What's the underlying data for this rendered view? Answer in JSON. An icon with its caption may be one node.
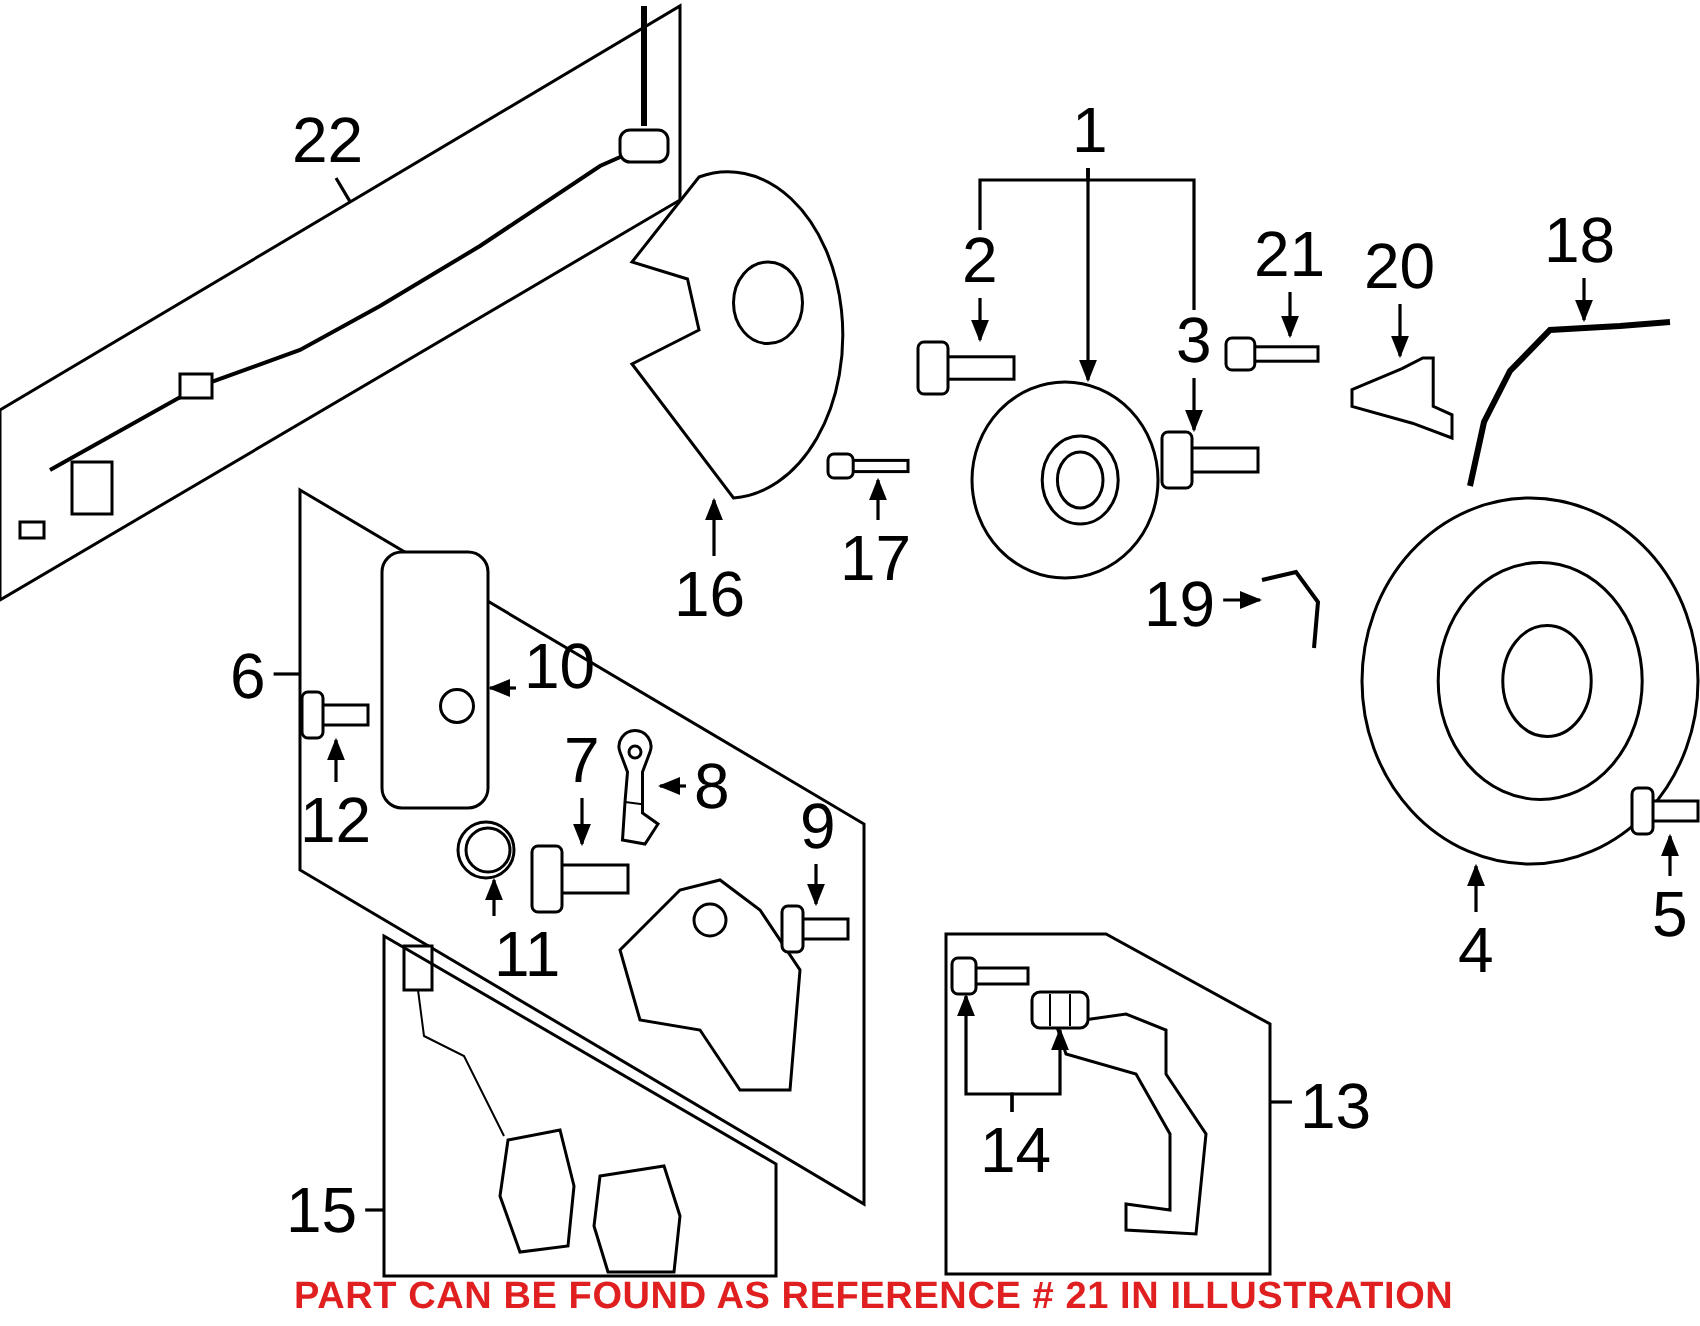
{
  "diagram": {
    "caption": "PART CAN BE FOUND AS REFERENCE # 21 IN ILLUSTRATION",
    "nodes": [
      {
        "text": [
          "1"
        ]
      },
      {
        "text": [
          "2"
        ]
      },
      {
        "text": [
          "3"
        ]
      },
      {
        "text": [],
        "shape": "picture"
      },
      {
        "text": [],
        "shape": "picture"
      },
      {
        "text": [],
        "shape": "picture"
      },
      {
        "text": [
          "21"
        ]
      },
      {
        "text": [],
        "shape": "picture"
      },
      {
        "text": [
          "20"
        ]
      },
      {
        "text": [],
        "shape": "picture"
      },
      {
        "text": [
          "18"
        ]
      },
      {
        "text": [],
        "shape": "picture"
      },
      {
        "text": [
          "22"
        ]
      },
      {
        "text": [],
        "shape": "box"
      },
      {
        "text": [],
        "shape": "picture"
      },
      {
        "text": [
          "16"
        ]
      },
      {
        "text": [],
        "shape": "picture"
      },
      {
        "text": [
          "17"
        ]
      },
      {
        "text": [
          "19"
        ]
      },
      {
        "text": [],
        "shape": "picture"
      },
      {
        "text": [],
        "shape": "picture"
      },
      {
        "text": [
          "4"
        ]
      },
      {
        "text": [],
        "shape": "picture"
      },
      {
        "text": [
          "5"
        ]
      },
      {
        "text": [
          "6"
        ]
      },
      {
        "text": [],
        "shape": "box"
      },
      {
        "text": [
          "10"
        ],
        "in": 25
      },
      {
        "text": [],
        "shape": "picture",
        "in": 25
      },
      {
        "text": [
          "12"
        ],
        "in": 25
      },
      {
        "text": [],
        "shape": "picture",
        "in": 25
      },
      {
        "text": [
          "7"
        ],
        "in": 25
      },
      {
        "text": [],
        "shape": "picture",
        "in": 25
      },
      {
        "text": [
          "8"
        ],
        "in": 25
      },
      {
        "text": [],
        "shape": "picture",
        "in": 25
      },
      {
        "text": [
          "9"
        ],
        "in": 25
      },
      {
        "text": [],
        "shape": "picture",
        "in": 25
      },
      {
        "text": [
          "11"
        ],
        "in": 25
      },
      {
        "text": [],
        "shape": "picture",
        "in": 25
      },
      {
        "text": [],
        "shape": "box"
      },
      {
        "text": [
          "13"
        ]
      },
      {
        "text": [
          "14"
        ],
        "in": 38
      },
      {
        "text": [],
        "shape": "picture",
        "in": 38
      },
      {
        "text": [],
        "shape": "picture",
        "in": 38
      },
      {
        "text": [
          "15"
        ]
      },
      {
        "text": [],
        "shape": "box"
      }
    ],
    "edges": [
      {
        "from": 0,
        "to": 3,
        "arrow": "to"
      },
      {
        "from": 0,
        "to": 1,
        "arrow": "none"
      },
      {
        "from": 0,
        "to": 2,
        "arrow": "none"
      },
      {
        "from": 1,
        "to": 4,
        "arrow": "to"
      },
      {
        "from": 2,
        "to": 5,
        "arrow": "to"
      },
      {
        "from": 6,
        "to": 7,
        "arrow": "to"
      },
      {
        "from": 8,
        "to": 9,
        "arrow": "to"
      },
      {
        "from": 10,
        "to": 11,
        "arrow": "to"
      },
      {
        "from": 12,
        "to": 13,
        "arrow": "none"
      },
      {
        "from": 15,
        "to": 14,
        "arrow": "to"
      },
      {
        "from": 17,
        "to": 16,
        "arrow": "to"
      },
      {
        "from": 18,
        "to": 19,
        "arrow": "to"
      },
      {
        "from": 21,
        "to": 20,
        "arrow": "to"
      },
      {
        "from": 23,
        "to": 22,
        "arrow": "to"
      },
      {
        "from": 24,
        "to": 25,
        "arrow": "none"
      },
      {
        "from": 26,
        "to": 27,
        "arrow": "to"
      },
      {
        "from": 28,
        "to": 29,
        "arrow": "to"
      },
      {
        "from": 30,
        "to": 31,
        "arrow": "to"
      },
      {
        "from": 32,
        "to": 33,
        "arrow": "to"
      },
      {
        "from": 34,
        "to": 35,
        "arrow": "to"
      },
      {
        "from": 36,
        "to": 37,
        "arrow": "to"
      },
      {
        "from": 39,
        "to": 38,
        "arrow": "none"
      },
      {
        "from": 40,
        "to": 41,
        "arrow": "to"
      },
      {
        "from": 40,
        "to": 42,
        "arrow": "to"
      },
      {
        "from": 43,
        "to": 44,
        "arrow": "none"
      }
    ]
  }
}
